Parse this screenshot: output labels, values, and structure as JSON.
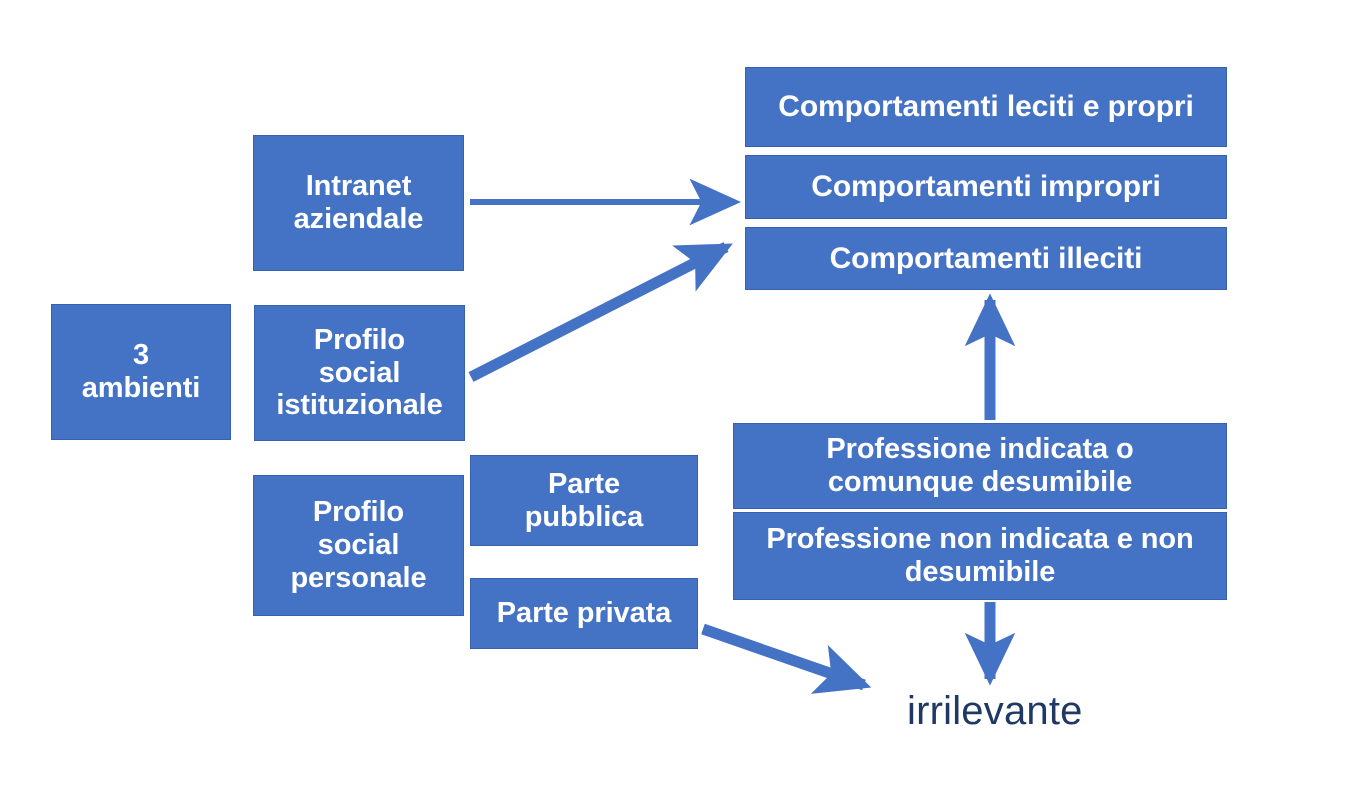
{
  "diagram": {
    "title": "3 ambienti",
    "accent_color": "#4472C4",
    "border_color": "#3761AE",
    "arrow_color": "#4472C4",
    "label_color": "#1F3864",
    "background_color": "#FFFFFF",
    "root": {
      "label": "3\nambienti",
      "line1": "3",
      "line2": "ambienti"
    },
    "environments": [
      {
        "id": "intranet",
        "line1": "Intranet",
        "line2": "aziendale"
      },
      {
        "id": "social-istituzionale",
        "line1": "Profilo",
        "line2": "social",
        "line3": "istituzionale"
      },
      {
        "id": "social-personale",
        "line1": "Profilo",
        "line2": "social",
        "line3": "personale"
      }
    ],
    "parts": [
      {
        "id": "parte-pubblica",
        "line1": "Parte",
        "line2": "pubblica"
      },
      {
        "id": "parte-privata",
        "line1": "Parte privata"
      }
    ],
    "behaviours": [
      {
        "id": "leciti",
        "label": "Comportamenti leciti e propri"
      },
      {
        "id": "impropri",
        "label": "Comportamenti impropri"
      },
      {
        "id": "illeciti",
        "label": "Comportamenti illeciti"
      }
    ],
    "professions": [
      {
        "id": "professione-indicata",
        "line1": "Professione indicata o",
        "line2": "comunque desumibile"
      },
      {
        "id": "professione-non-indicata",
        "line1": "Professione non indicata e non",
        "line2": "desumibile"
      }
    ],
    "outcome": {
      "id": "irrilevante",
      "label": "irrilevante"
    },
    "connections": [
      {
        "from": "intranet",
        "to": "comportamenti",
        "type": "straight-arrow"
      },
      {
        "from": "social-istituzionale",
        "to": "comportamenti",
        "type": "diagonal-arrow"
      },
      {
        "from": "professione-indicata",
        "to": "illeciti",
        "type": "up-arrow"
      },
      {
        "from": "professione-non-indicata",
        "to": "irrilevante",
        "type": "down-arrow"
      },
      {
        "from": "parte-privata",
        "to": "irrilevante",
        "type": "diagonal-arrow"
      }
    ]
  }
}
